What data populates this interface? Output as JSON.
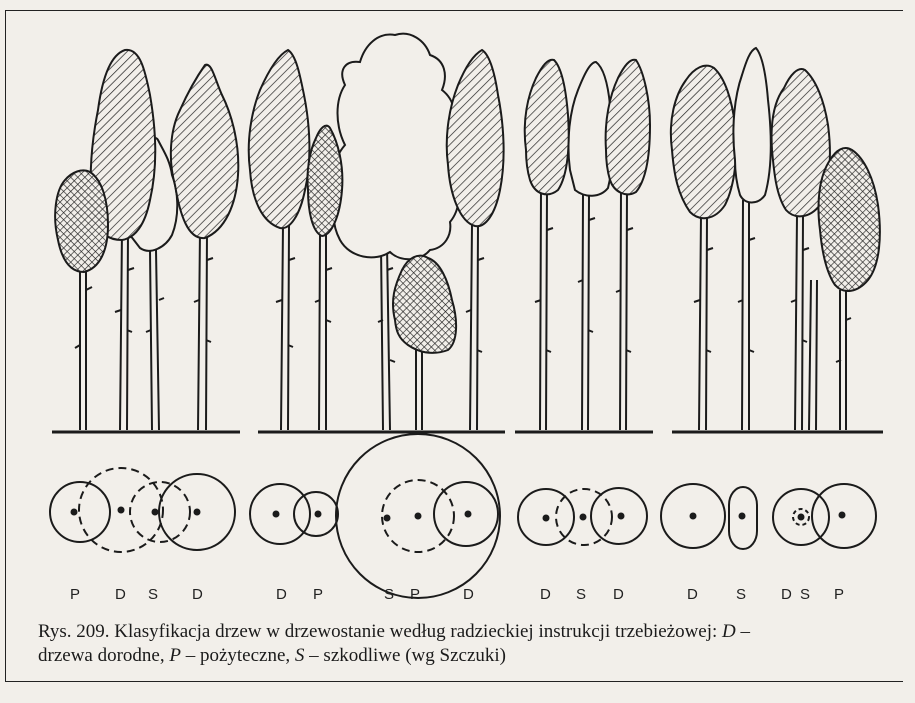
{
  "labels": {
    "g1": [
      "P",
      "D",
      "S",
      "D"
    ],
    "g2": [
      "D",
      "P",
      "S",
      "P",
      "D"
    ],
    "g3": [
      "D",
      "S",
      "D"
    ],
    "g4": [
      "D",
      "S",
      "D",
      "S",
      "P"
    ]
  },
  "caption": {
    "prefix": "Rys. 209. Klasyfikacja drzew w drzewostanie według radzieckiej instrukcji trzebieżowej: ",
    "d_letter": "D",
    "d_text": " –",
    "line2_start": "drzewa dorodne, ",
    "p_letter": "P",
    "p_text": " – pożyteczne, ",
    "s_letter": "S",
    "s_text": " – szkodliwe (wg Szczuki)"
  },
  "patterns": {
    "D": "diagonal-hatch",
    "P": "cross-hatch",
    "S": "outline-only"
  }
}
